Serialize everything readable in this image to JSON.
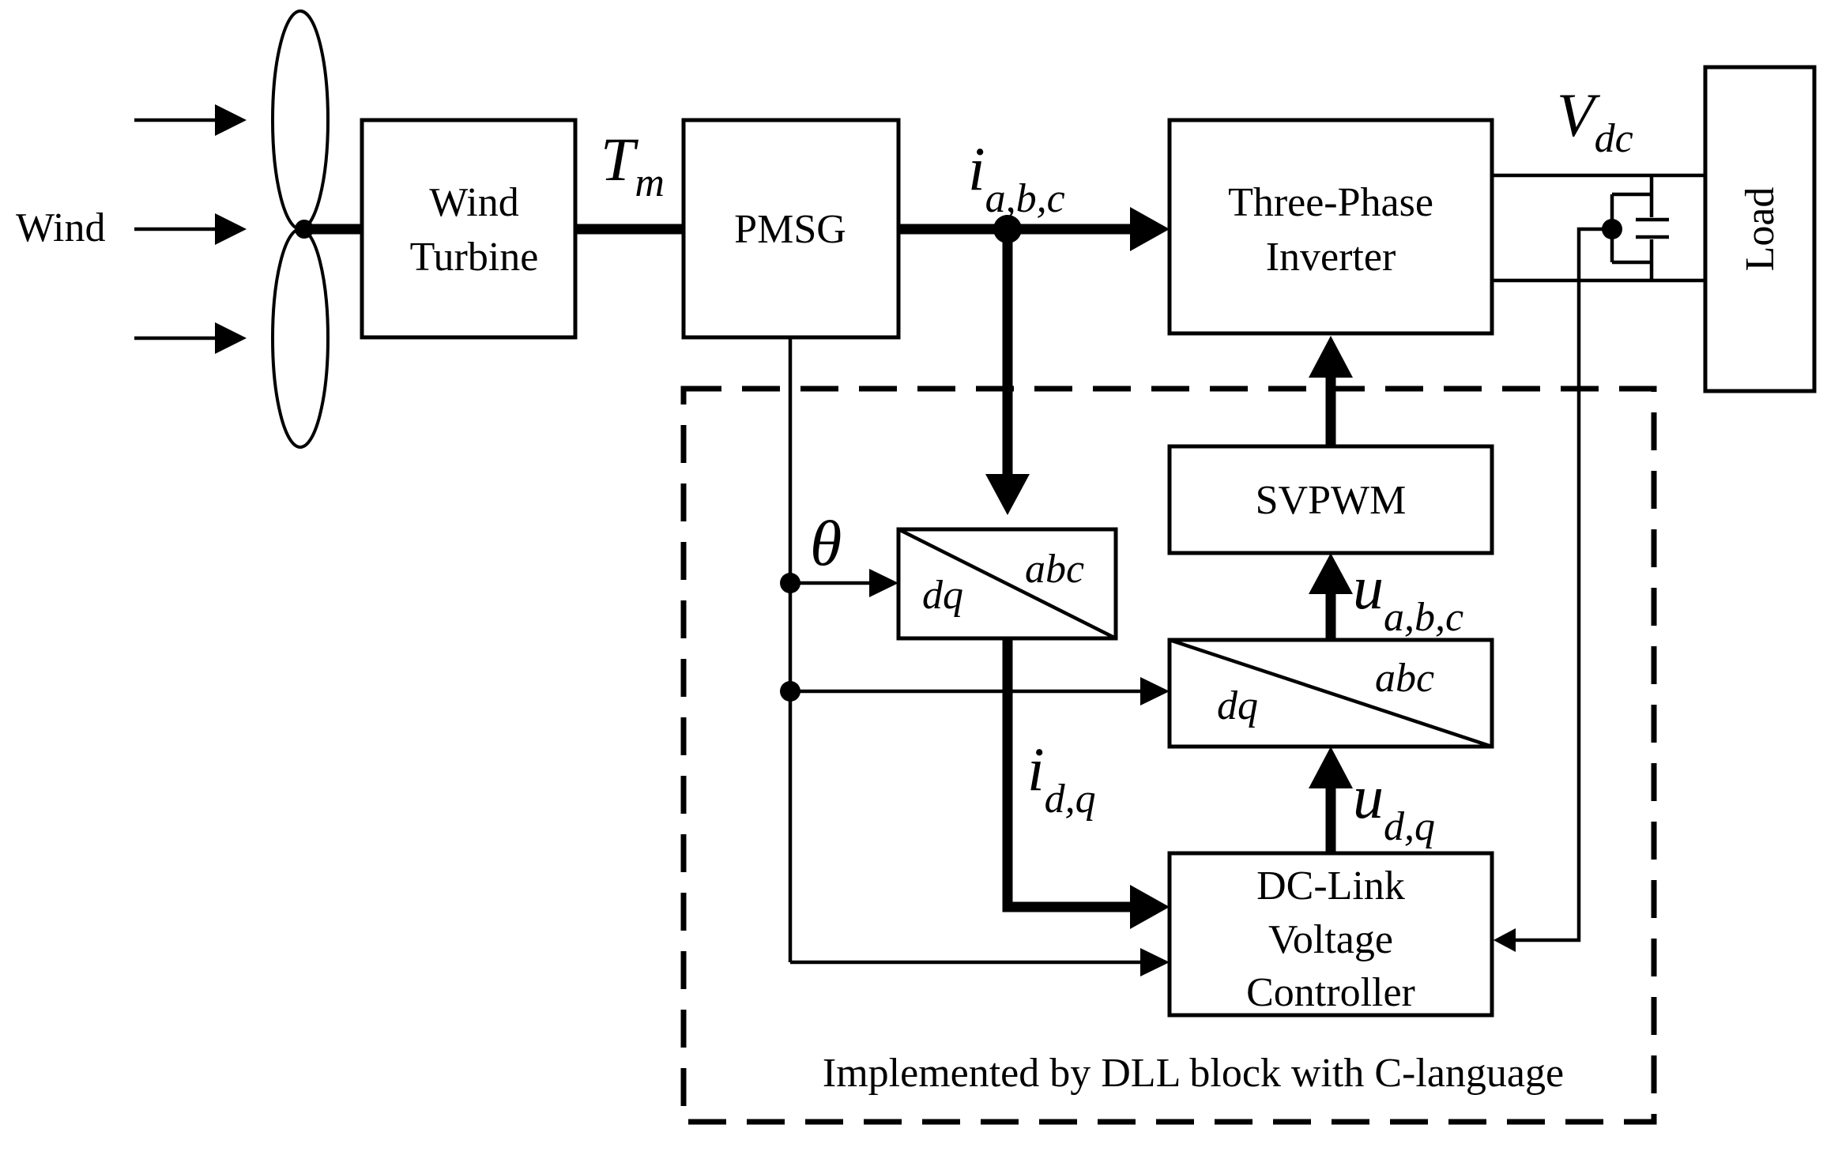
{
  "blocks": {
    "wind_turbine": [
      "Wind",
      "Turbine"
    ],
    "pmsg": "PMSG",
    "inverter": [
      "Three-Phase",
      "Inverter"
    ],
    "load": "Load",
    "svpwm": "SVPWM",
    "dq_abc_1": {
      "left": "dq",
      "right": "abc"
    },
    "dq_abc_2": {
      "left": "dq",
      "right": "abc"
    },
    "controller": [
      "DC-Link",
      "Voltage",
      "Controller"
    ]
  },
  "labels": {
    "wind": "Wind",
    "tm": {
      "base": "T",
      "sub": "m"
    },
    "i_abc": {
      "base": "i",
      "sub": "a,b,c"
    },
    "vdc": {
      "base": "V",
      "sub": "dc"
    },
    "theta": "θ",
    "u_abc": {
      "base": "u",
      "sub": "a,b,c"
    },
    "i_dq": {
      "base": "i",
      "sub": "d,q"
    },
    "u_dq": {
      "base": "u",
      "sub": "d,q"
    }
  },
  "region_caption": "Implemented by DLL block with C-language"
}
